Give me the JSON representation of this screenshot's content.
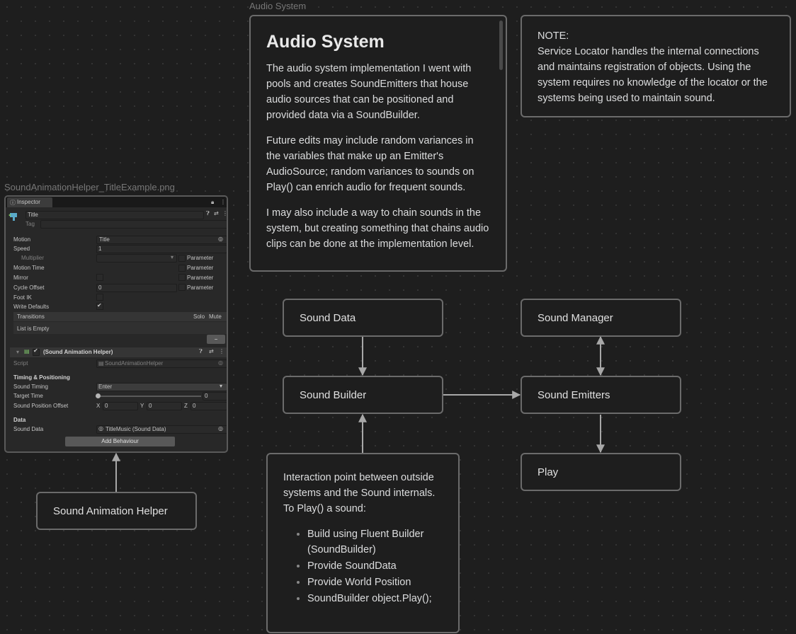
{
  "labels": {
    "audio_system": "Audio System",
    "inspector_image": "SoundAnimationHelper_TitleExample.png"
  },
  "audio_note": {
    "heading": "Audio System",
    "paragraphs": [
      "The audio system implementation I went with pools and creates SoundEmitters that house audio sources that can be positioned and provided data via a SoundBuilder.",
      "Future edits may include random variances in the variables that make up an Emitter's AudioSource; random variances to sounds on Play() can enrich audio for frequent sounds.",
      "I may also include a way to chain sounds in the system, but creating something that chains audio clips can be done at the implementation level."
    ]
  },
  "note": {
    "title": "NOTE:",
    "body": "Service Locator handles the internal connections and maintains registration of objects. Using the system requires no knowledge of the locator or the systems being used to maintain sound."
  },
  "nodes": {
    "sound_data": "Sound Data",
    "sound_manager": "Sound Manager",
    "sound_builder": "Sound Builder",
    "sound_emitters": "Sound Emitters",
    "play": "Play",
    "sound_animation_helper": "Sound Animation Helper"
  },
  "interaction": {
    "intro": "Interaction point between outside systems and the Sound internals. To Play() a sound:",
    "steps": [
      "Build using Fluent Builder (SoundBuilder)",
      "Provide SoundData",
      "Provide World Position",
      "SoundBuilder object.Play();"
    ]
  },
  "inspector": {
    "tab": "Inspector",
    "name_value": "Title",
    "tag_label": "Tag",
    "rows": {
      "motion": "Motion",
      "motion_value": "Title",
      "speed": "Speed",
      "speed_value": "1",
      "multiplier": "Multiplier",
      "motion_time": "Motion Time",
      "mirror": "Mirror",
      "cycle_offset": "Cycle Offset",
      "cycle_offset_value": "0",
      "foot_ik": "Foot IK",
      "write_defaults": "Write Defaults",
      "parameter": "Parameter"
    },
    "transitions": {
      "label": "Transitions",
      "solo": "Solo",
      "mute": "Mute",
      "empty": "List is Empty",
      "remove": "−"
    },
    "component": {
      "title": "(Sound Animation Helper)",
      "script_label": "Script",
      "script_value": "SoundAnimationHelper",
      "timing_header": "Timing & Positioning",
      "sound_timing": "Sound Timing",
      "sound_timing_value": "Enter",
      "target_time": "Target Time",
      "target_time_value": "0",
      "position_offset": "Sound Position Offset",
      "x_label": "X",
      "x_value": "0",
      "y_label": "Y",
      "y_value": "0",
      "z_label": "Z",
      "z_value": "0",
      "data_header": "Data",
      "sound_data": "Sound Data",
      "sound_data_value": "TitleMusic (Sound Data)"
    },
    "add_behaviour": "Add Behaviour"
  },
  "colors": {
    "background": "#1e1e1e",
    "card_border": "#6b6b6b",
    "edge": "#a8a8a8",
    "text": "#dcddde"
  }
}
